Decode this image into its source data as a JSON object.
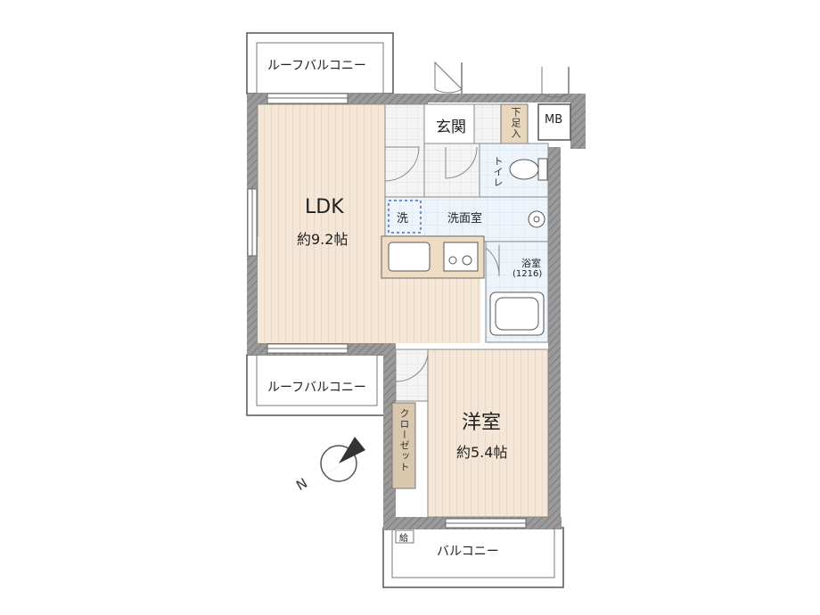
{
  "rooms": {
    "ldk": {
      "name": "LDK",
      "size": "約9.2帖"
    },
    "western": {
      "name": "洋室",
      "size": "約5.4帖"
    },
    "entrance": "玄関",
    "shoe_storage": "下足入",
    "mb": "MB",
    "toilet": "トイレ",
    "washroom": "洗面室",
    "washer": "洗",
    "bath": {
      "name": "浴室",
      "size": "(1216)"
    },
    "closet": "クローゼット"
  },
  "balconies": {
    "roof_top": "ルーフバルコニー",
    "roof_middle": "ルーフバルコニー",
    "balcony": "バルコニー",
    "water_heater": "給"
  },
  "compass": {
    "north": "N"
  },
  "colors": {
    "wall": "#8a8a8a",
    "ldk_floor": "#f3e6d6",
    "western_floor": "#f3e6d6",
    "wet_floor": "#e6f0f8",
    "entrance_floor": "#f1f1f1",
    "kitchen_counter": "#f0dcc3",
    "closet_fill": "#d9c8ae"
  }
}
